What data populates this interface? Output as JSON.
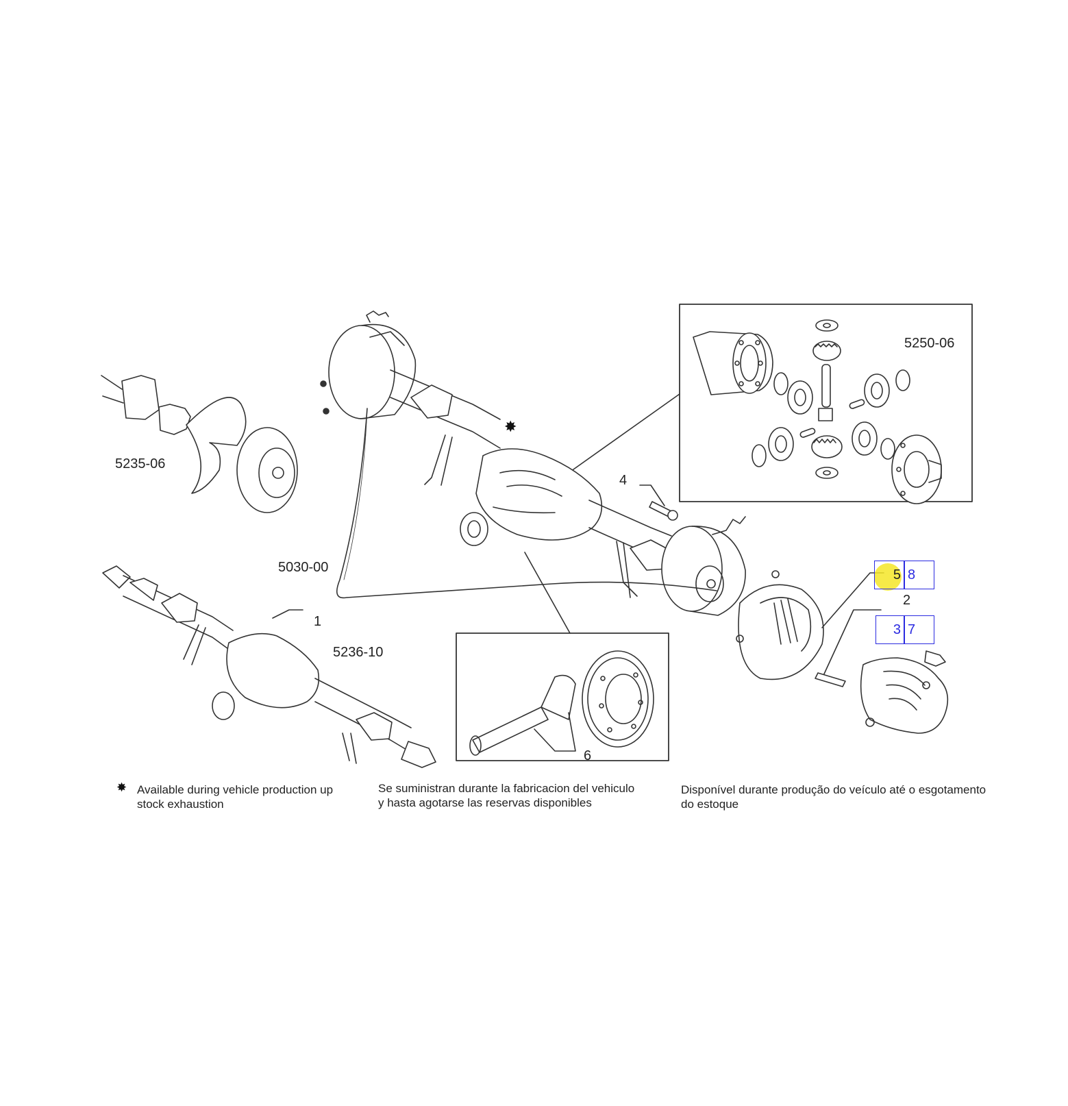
{
  "diagram": {
    "group_labels": [
      "5235-06",
      "5030-00",
      "5236-10",
      "5250-06"
    ],
    "callouts": [
      "1",
      "2",
      "4",
      "5",
      "6"
    ],
    "hotspots": [
      {
        "label": "8"
      },
      {
        "label": "3"
      },
      {
        "label": "7"
      }
    ],
    "hotspot_prefix_5": "5",
    "footnote_marker": "✸",
    "notes": {
      "en": [
        "Available during vehicle production up",
        "stock exhaustion"
      ],
      "es": [
        "Se suministran durante la fabricacion del vehiculo",
        "y hasta agotarse las reservas disponibles"
      ],
      "pt": [
        "Disponível durante produção do veículo até o esgotamento",
        "do estoque"
      ]
    },
    "colors": {
      "hotspot": "#2a2ae0",
      "cursor": "#f5e628",
      "line": "#333333"
    }
  }
}
